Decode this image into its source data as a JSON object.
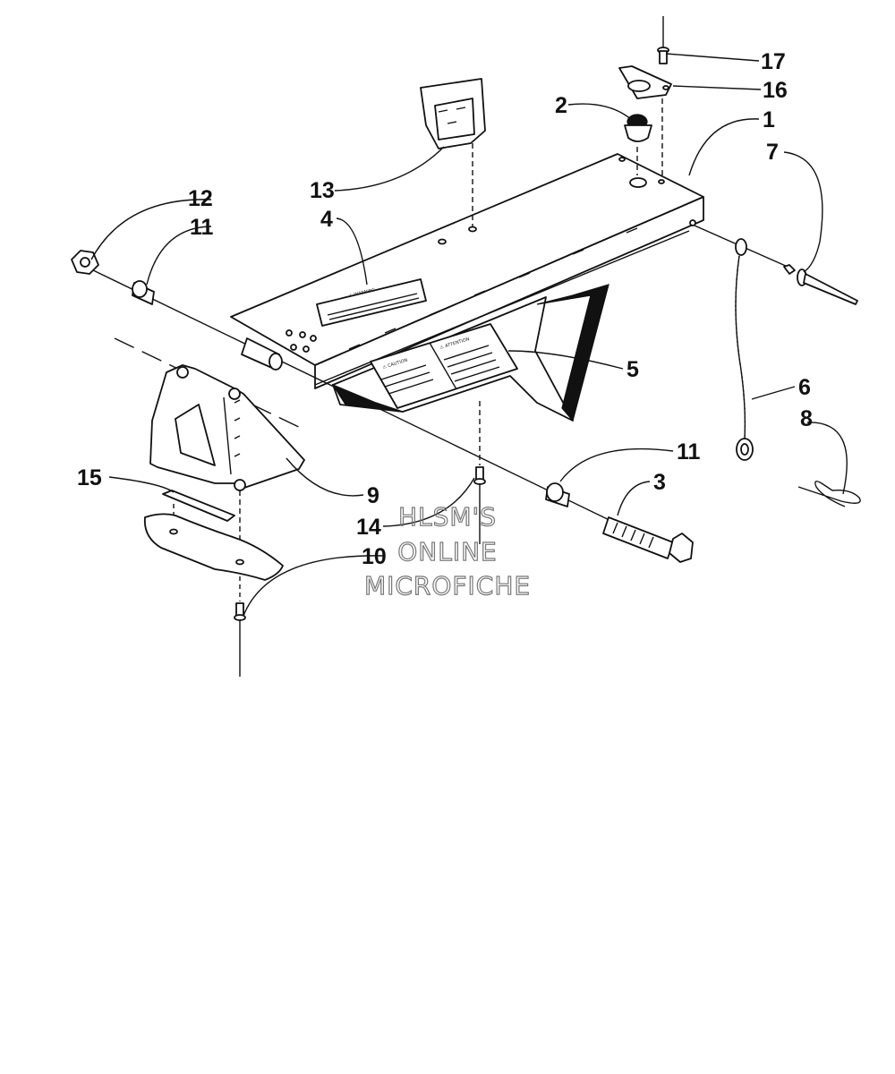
{
  "diagram": {
    "callouts": [
      {
        "id": "1",
        "label": "1"
      },
      {
        "id": "2",
        "label": "2"
      },
      {
        "id": "3",
        "label": "3"
      },
      {
        "id": "4",
        "label": "4"
      },
      {
        "id": "5",
        "label": "5"
      },
      {
        "id": "6",
        "label": "6"
      },
      {
        "id": "7",
        "label": "7"
      },
      {
        "id": "8",
        "label": "8"
      },
      {
        "id": "9",
        "label": "9"
      },
      {
        "id": "10",
        "label": "10"
      },
      {
        "id": "11a",
        "label": "11"
      },
      {
        "id": "11b",
        "label": "11"
      },
      {
        "id": "12",
        "label": "12"
      },
      {
        "id": "13",
        "label": "13"
      },
      {
        "id": "14",
        "label": "14"
      },
      {
        "id": "15",
        "label": "15"
      },
      {
        "id": "16",
        "label": "16"
      },
      {
        "id": "17",
        "label": "17"
      }
    ],
    "decals": {
      "warning_heading": "⚠ WARNING",
      "caution_heading": "⚠ CAUTION",
      "attention_heading": "⚠ ATTENTION"
    },
    "watermark": {
      "line1": "HLSM'S",
      "line2": "ONLINE",
      "line3": "MICROFICHE"
    }
  }
}
